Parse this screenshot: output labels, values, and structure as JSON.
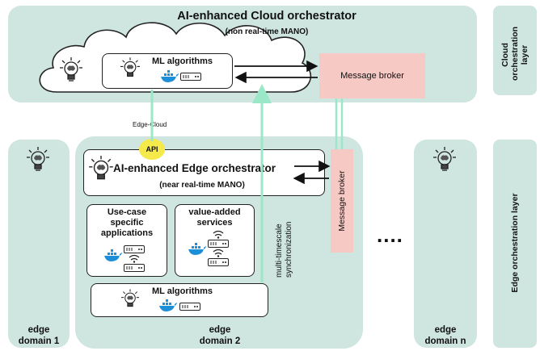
{
  "cloud_layer": {
    "title": "AI-enhanced Cloud orchestrator",
    "subtitle": "(non real-time MANO)",
    "ml_label": "ML algorithms",
    "broker_label": "Message broker",
    "side_label": "Cloud orchestration layer"
  },
  "edge_cloud_label": "Edge-Cloud",
  "api_label": "API",
  "edge_orchestrator": {
    "title": "AI-enhanced Edge orchestrator",
    "subtitle": "(near real-time MANO)",
    "broker_label": "Message broker"
  },
  "use_case_box": {
    "label_line1": "Use-case",
    "label_line2": "specific",
    "label_line3": "applications"
  },
  "value_added_box": {
    "label_line1": "value-added",
    "label_line2": "services"
  },
  "edge_ml_label": "ML algorithms",
  "sync_label_line1": "multi-timescale",
  "sync_label_line2": "synchronization",
  "ellipsis": "....",
  "domains": {
    "d1_line1": "edge",
    "d1_line2": "domain 1",
    "d2_line1": "edge",
    "d2_line2": "domain 2",
    "dn_line1": "edge",
    "dn_line2": "domain n"
  },
  "edge_side_label": "Edge orchestration layer",
  "colors": {
    "panel": "#cfe5e0",
    "broker": "#f7c9c4",
    "link": "#9ae8c8",
    "api": "#f6e94a",
    "docker": "#1d8fd9"
  },
  "icons": [
    "cloud-icon",
    "brain-bulb-icon",
    "docker-whale-icon",
    "server-icon",
    "wifi-icon"
  ]
}
